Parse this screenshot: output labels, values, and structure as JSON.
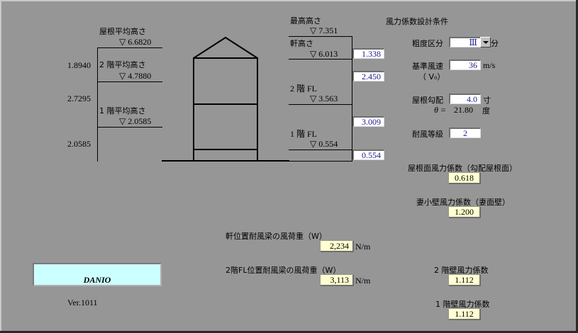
{
  "left_heights": {
    "roof_avg": {
      "label": "屋根平均高さ",
      "value": "▽ 6.6820"
    },
    "floor2_avg": {
      "label": "2 階平均高さ",
      "value": "▽ 4.7880"
    },
    "floor1_avg": {
      "label": "1 階平均高さ",
      "value": "▽ 2.0585"
    },
    "dims": [
      "1.8940",
      "2.7295",
      "2.0585"
    ]
  },
  "right_heights": {
    "max": {
      "label": "最高高さ",
      "value": "▽ 7.351"
    },
    "eave": {
      "label": "軒高さ",
      "value": "▽ 6.013"
    },
    "fl2": {
      "label": "2 階 FL",
      "value": "▽ 3.563"
    },
    "fl1": {
      "label": "1 階 FL",
      "value": "▽ 0.554"
    },
    "boxes": [
      "1.338",
      "2.450",
      "3.009",
      "0.554"
    ]
  },
  "conditions": {
    "title": "風力係数設計条件",
    "roughness": {
      "label": "粗度区分",
      "value": "Ⅲ",
      "suffix": "分"
    },
    "wind_speed": {
      "label": "基準風速",
      "sub": "（ V₀）",
      "value": "36",
      "unit": "m/s"
    },
    "roof_pitch": {
      "label": "屋根勾配",
      "value": "4.0",
      "unit": "寸",
      "theta_label": "θ =",
      "theta_value": "21.80",
      "theta_unit": "度"
    },
    "wind_grade": {
      "label": "耐風等級",
      "value": "2"
    },
    "roof_coef": {
      "label": "屋根面風力係数（勾配屋根面）",
      "value": "0.618"
    },
    "gable_coef": {
      "label": "妻小壁風力係数（妻面壁）",
      "value": "1.200"
    },
    "wall2_coef": {
      "label": "2 階壁風力係数",
      "value": "1.112"
    },
    "wall1_coef": {
      "label": "1 階壁風力係数",
      "value": "1.112"
    }
  },
  "loads": {
    "eave_beam": {
      "label": "軒位置耐風梁の風荷重（W）",
      "value": "2,234",
      "unit": "N/m"
    },
    "fl2_beam": {
      "label": "2階FL位置耐風梁の風荷重（W）",
      "value": "3,113",
      "unit": "N/m"
    }
  },
  "brand": {
    "logo": "DANIO",
    "version": "Ver.1011"
  }
}
